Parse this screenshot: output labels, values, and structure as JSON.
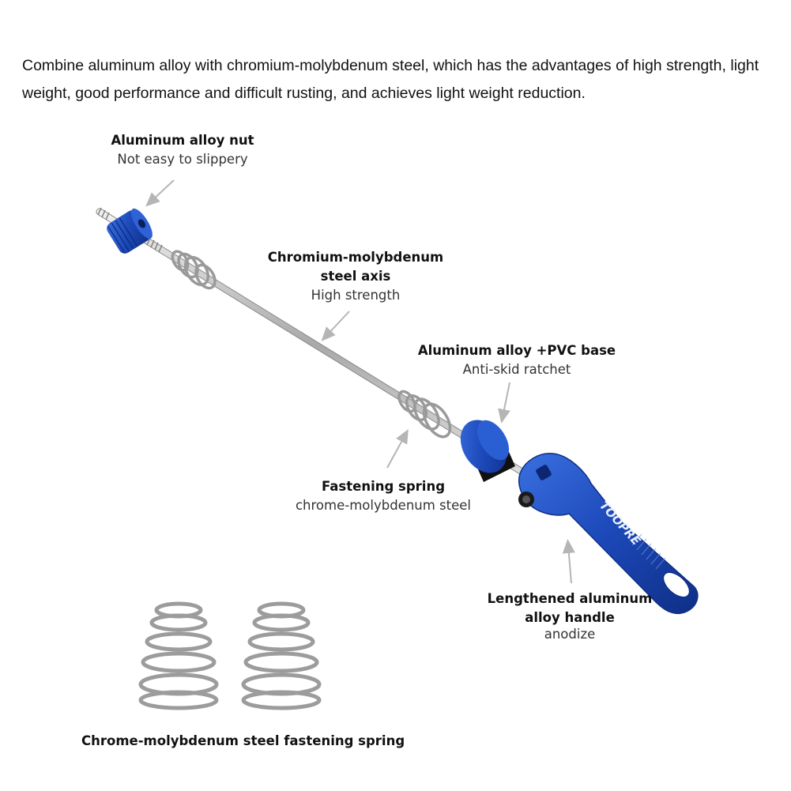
{
  "intro_text": "Combine aluminum alloy with chromium-molybdenum steel, which has the advantages of high strength, light weight, good performance and difficult rusting, and achieves light weight reduction.",
  "callouts": {
    "nut": {
      "title": "Aluminum alloy nut",
      "subtitle": "Not easy to slippery"
    },
    "axis": {
      "title_line1": "Chromium-molybdenum",
      "title_line2": "steel axis",
      "subtitle": "High strength"
    },
    "base": {
      "title": "Aluminum alloy +PVC base",
      "subtitle": "Anti-skid ratchet"
    },
    "spring": {
      "title": "Fastening spring",
      "subtitle": "chrome-molybdenum steel"
    },
    "handle": {
      "title_line1": "Lengthened aluminum",
      "title_line2": "alloy handle",
      "subtitle": "anodize"
    }
  },
  "bottom_caption": "Chrome-molybdenum steel fastening spring",
  "brand_text": "TOOPRE",
  "colors": {
    "anodized_blue": "#1f4fc0",
    "steel": "#c9c9c9",
    "arrow": "#b5b5b5"
  }
}
